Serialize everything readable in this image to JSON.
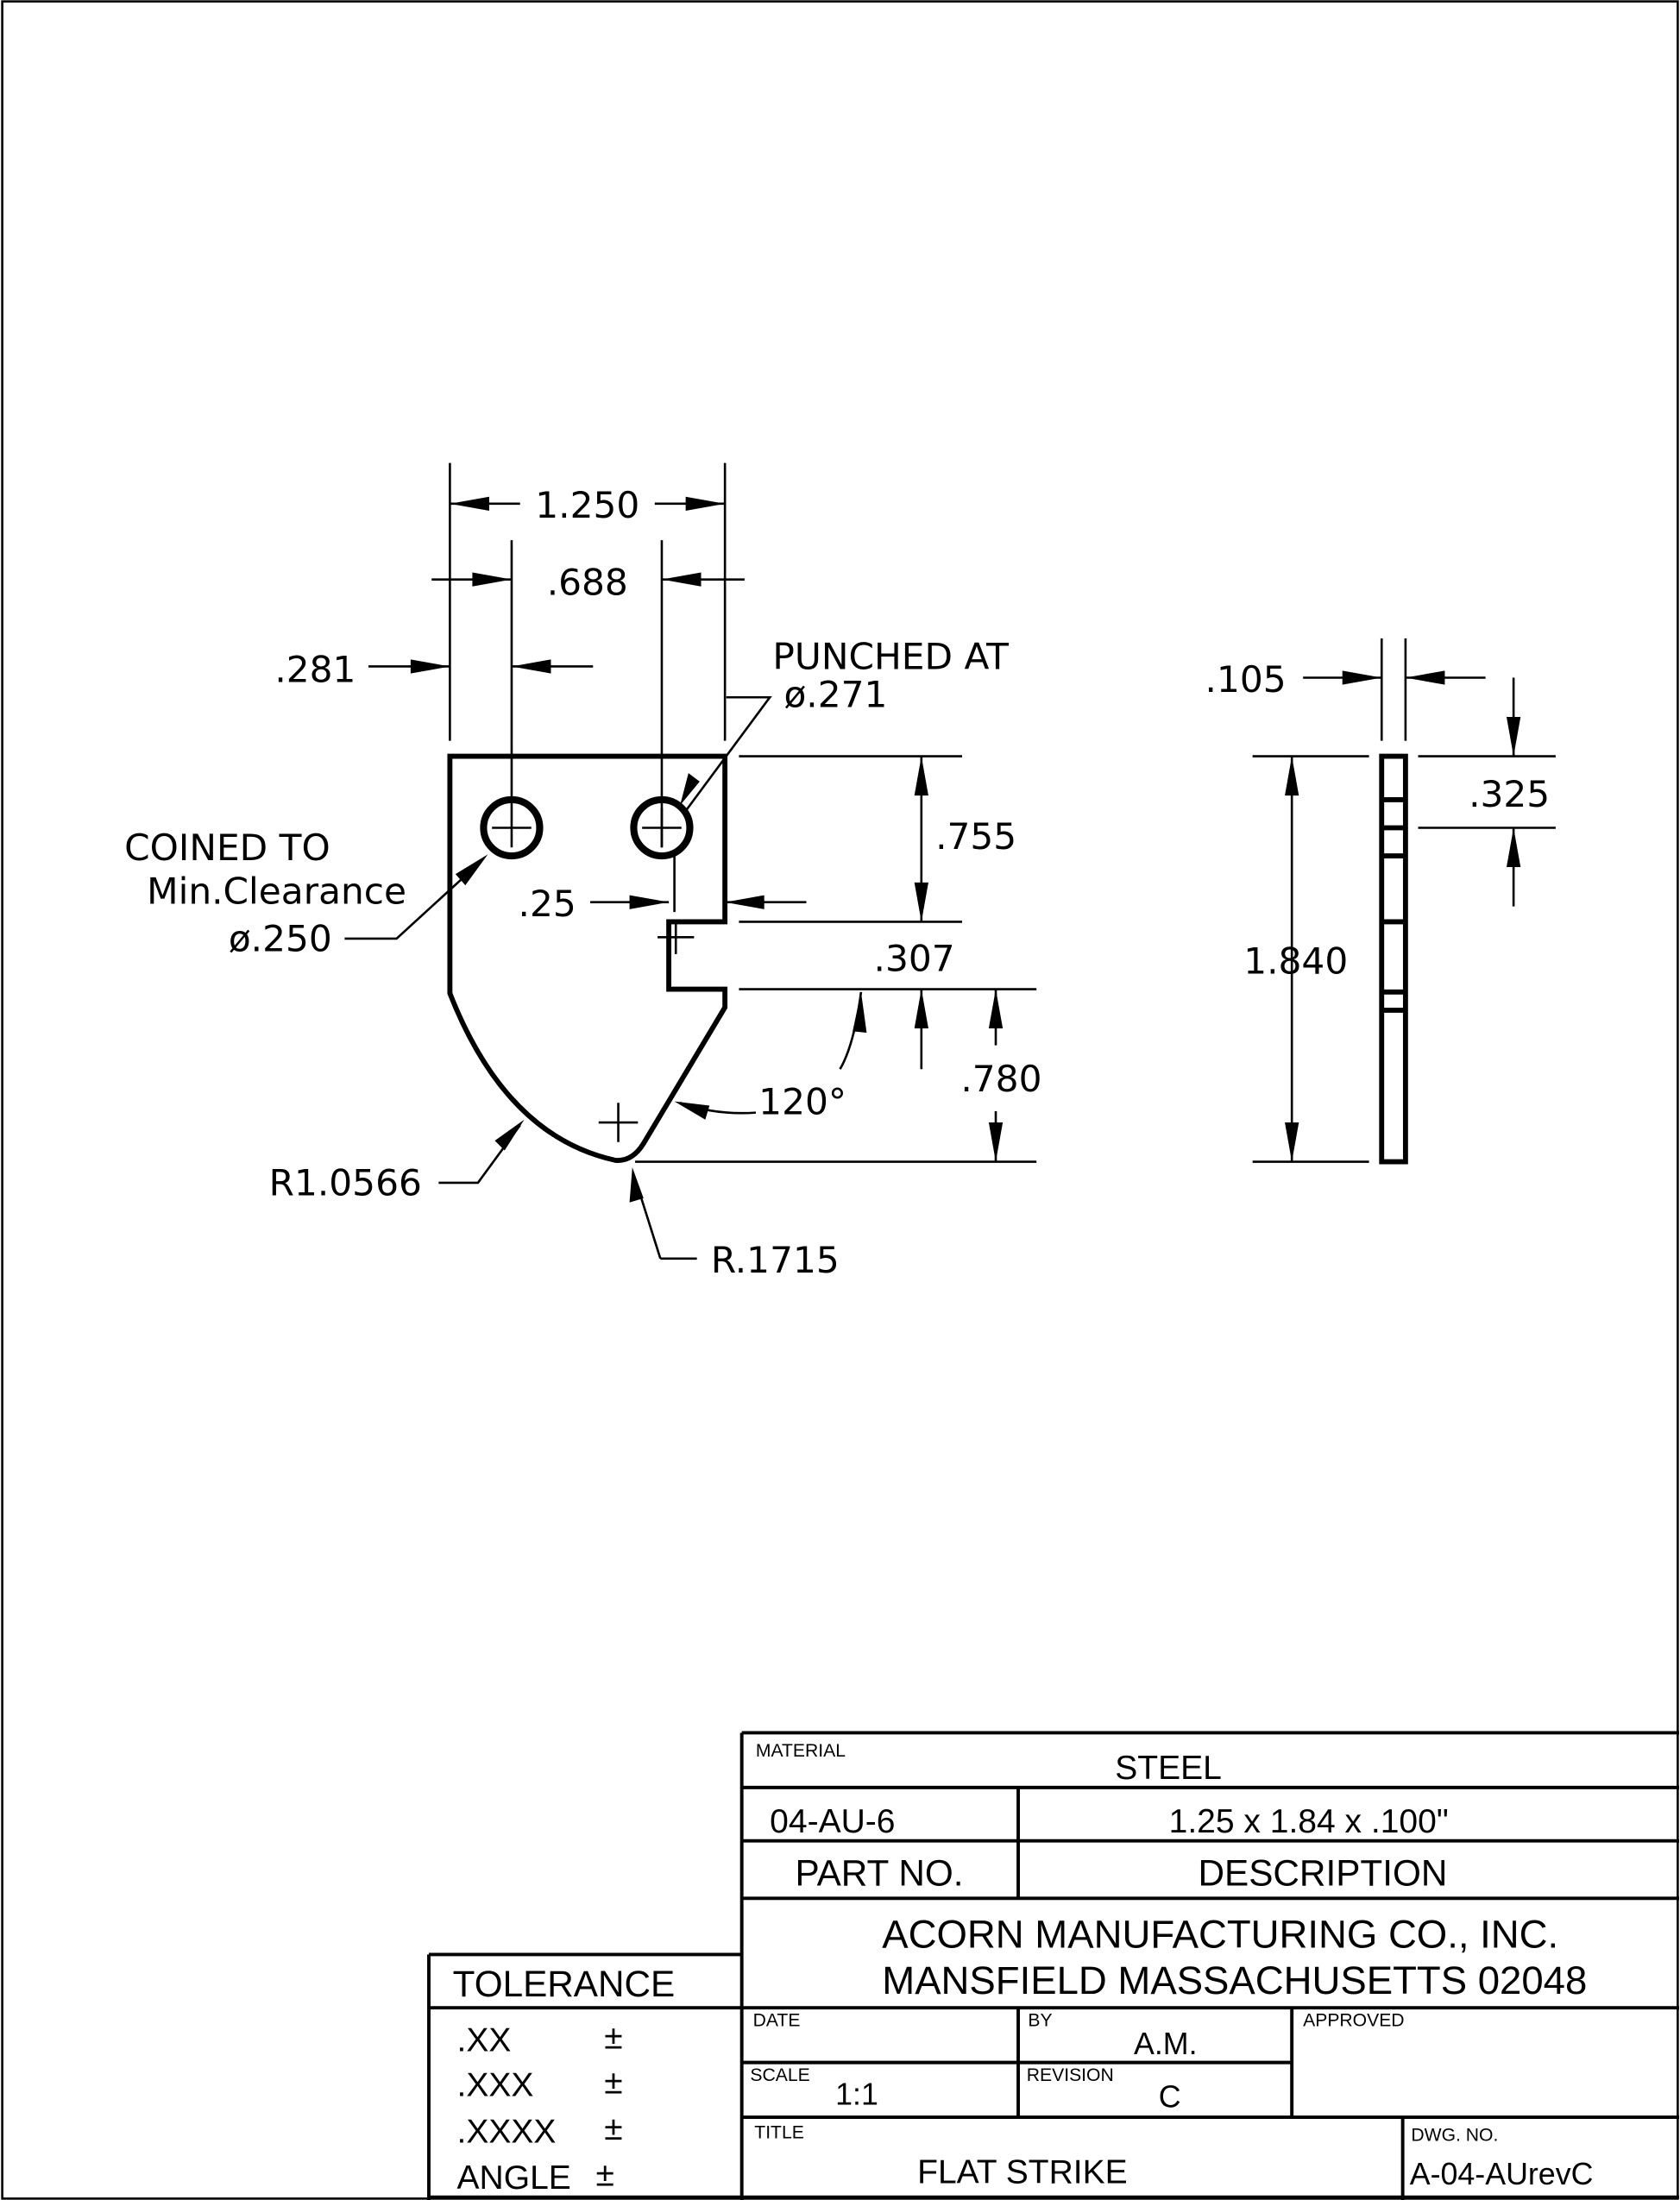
{
  "drawing": {
    "dimensions": {
      "overall_width": "1.250",
      "hole_spacing": ".688",
      "hole_offset": ".281",
      "punched_label": "PUNCHED AT",
      "punched_dia": "ø.271",
      "coined_line1": "COINED TO",
      "coined_line2": "Min.Clearance",
      "coined_dia": "ø.250",
      "notch_offset": ".25",
      "top_to_notch": ".755",
      "notch_height": ".307",
      "bottom_height": ".780",
      "angle": "120°",
      "large_radius": "R1.0566",
      "small_radius": "R.1715",
      "thickness": ".105",
      "side_spacing": ".325",
      "overall_height": "1.840"
    }
  },
  "title_block": {
    "material_label": "MATERIAL",
    "material": "STEEL",
    "part_no": "04-AU-6",
    "description": "1.25 x 1.84 x .100\"",
    "part_no_label": "PART NO.",
    "description_label": "DESCRIPTION",
    "company_line1": "ACORN MANUFACTURING CO., INC.",
    "company_line2": "MANSFIELD MASSACHUSETTS 02048",
    "date_label": "DATE",
    "by_label": "BY",
    "by": "A.M.",
    "approved_label": "APPROVED",
    "scale_label": "SCALE",
    "scale": "1:1",
    "revision_label": "REVISION",
    "revision": "C",
    "title_label": "TITLE",
    "title": "FLAT STRIKE",
    "dwg_no_label": "DWG. NO.",
    "dwg_no": "A-04-AUrevC"
  },
  "tolerance": {
    "header": "TOLERANCE",
    "rows": [
      {
        "label": ".XX",
        "sign": "±"
      },
      {
        "label": ".XXX",
        "sign": "±"
      },
      {
        "label": ".XXXX",
        "sign": "±"
      },
      {
        "label": "ANGLE",
        "sign": "±"
      }
    ]
  }
}
